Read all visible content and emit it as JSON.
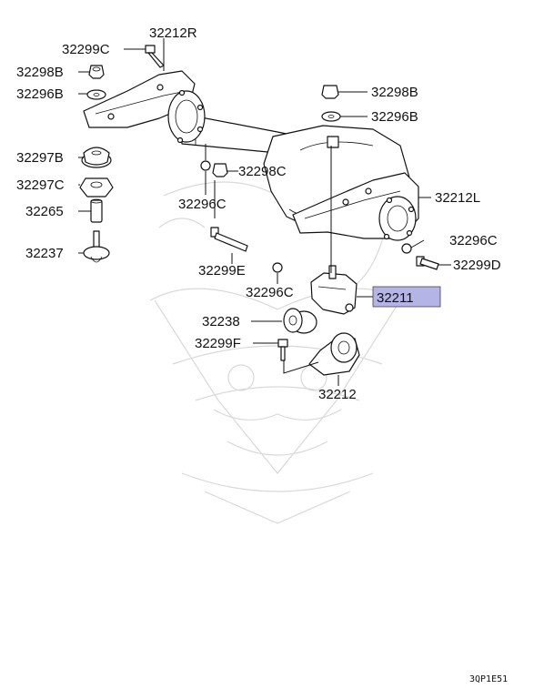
{
  "diagram": {
    "labels": {
      "l32212R": "32212R",
      "l32299C": "32299C",
      "l32298B_left": "32298B",
      "l32296B_left": "32296B",
      "l32297B": "32297B",
      "l32297C": "32297C",
      "l32265": "32265",
      "l32237": "32237",
      "l32298C": "32298C",
      "l32296C_upper": "32296C",
      "l32298B_right": "32298B",
      "l32296B_right": "32296B",
      "l32212L": "32212L",
      "l32296C_right": "32296C",
      "l32299D": "32299D",
      "l32299E": "32299E",
      "l32296C_mid": "32296C",
      "l32211": "32211",
      "l32238": "32238",
      "l32299F": "32299F",
      "l32212": "32212"
    },
    "highlight_color": "#b4b4e6",
    "diagram_code": "3QP1E51"
  }
}
